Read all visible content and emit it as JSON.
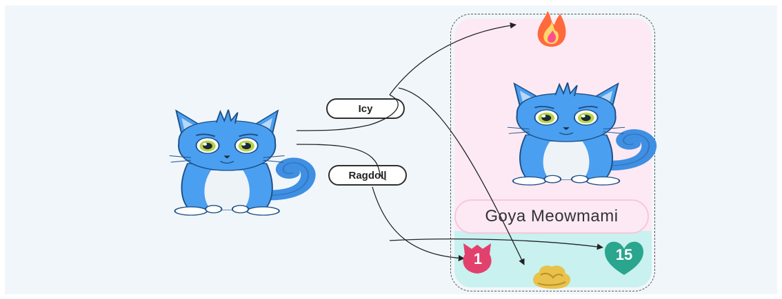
{
  "traits": {
    "trait_1": "Icy",
    "trait_2": "Ragdoll"
  },
  "card": {
    "name": "Goya Meowmami",
    "generation": "1",
    "cooldown": "15"
  },
  "colors": {
    "background": "#f1f6fb",
    "cat_blue": "#4a9ff0",
    "card_pink": "#fde9f3",
    "card_cyan": "#c8f1f0",
    "generation_badge": "#e2416e",
    "cooldown_badge": "#2aa58e",
    "fire": "#ff6a3d",
    "gem": "#e8c24a"
  }
}
